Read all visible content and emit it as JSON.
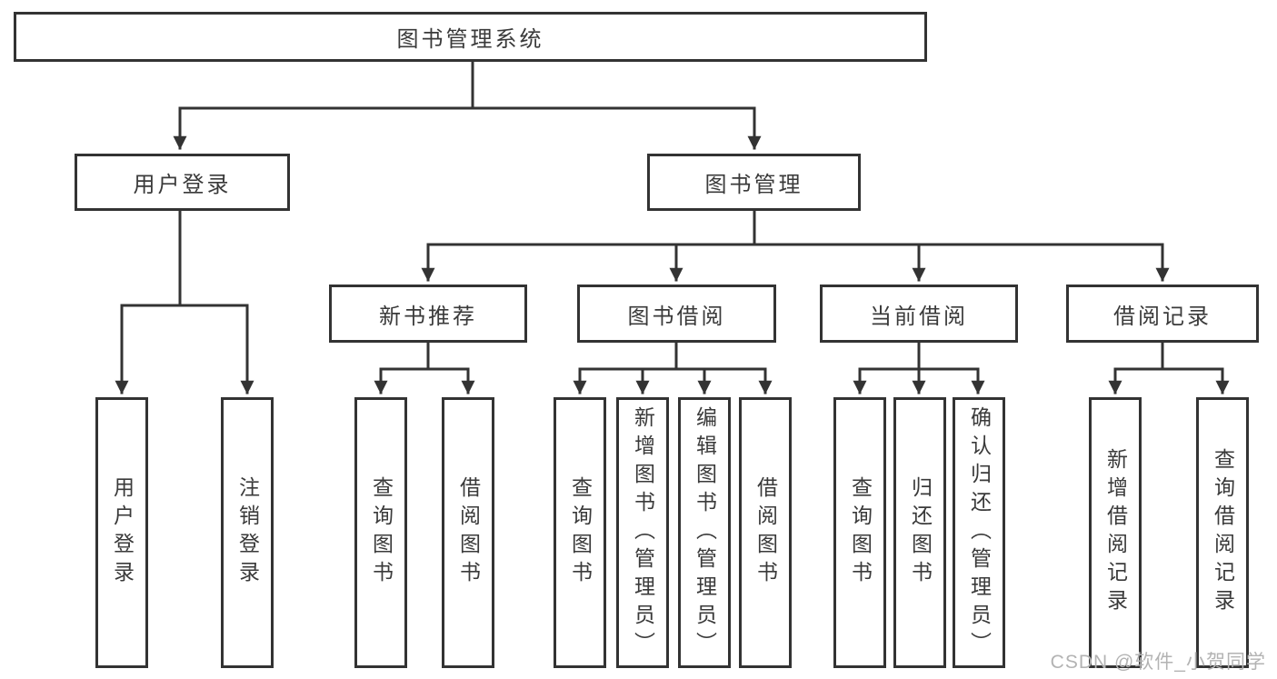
{
  "colors": {
    "line": "#333333",
    "text": "#3a3a3a",
    "background": "#ffffff",
    "watermark": "#b3b3b3"
  },
  "watermark": {
    "text": "CSDN @软件_小贺同学"
  },
  "tree": {
    "root": {
      "label": "图书管理系统",
      "children": [
        {
          "label": "用户登录",
          "children": [
            {
              "label": "用户登录"
            },
            {
              "label": "注销登录"
            }
          ]
        },
        {
          "label": "图书管理",
          "children": [
            {
              "label": "新书推荐",
              "children": [
                {
                  "label": "查询图书"
                },
                {
                  "label": "借阅图书"
                }
              ]
            },
            {
              "label": "图书借阅",
              "children": [
                {
                  "label": "查询图书"
                },
                {
                  "label": "新增图书（管理员）"
                },
                {
                  "label": "编辑图书（管理员）"
                },
                {
                  "label": "借阅图书"
                }
              ]
            },
            {
              "label": "当前借阅",
              "children": [
                {
                  "label": "查询图书"
                },
                {
                  "label": "归还图书"
                },
                {
                  "label": "确认归还（管理员）"
                }
              ]
            },
            {
              "label": "借阅记录",
              "children": [
                {
                  "label": "新增借阅记录"
                },
                {
                  "label": "查询借阅记录"
                }
              ]
            }
          ]
        }
      ]
    }
  }
}
